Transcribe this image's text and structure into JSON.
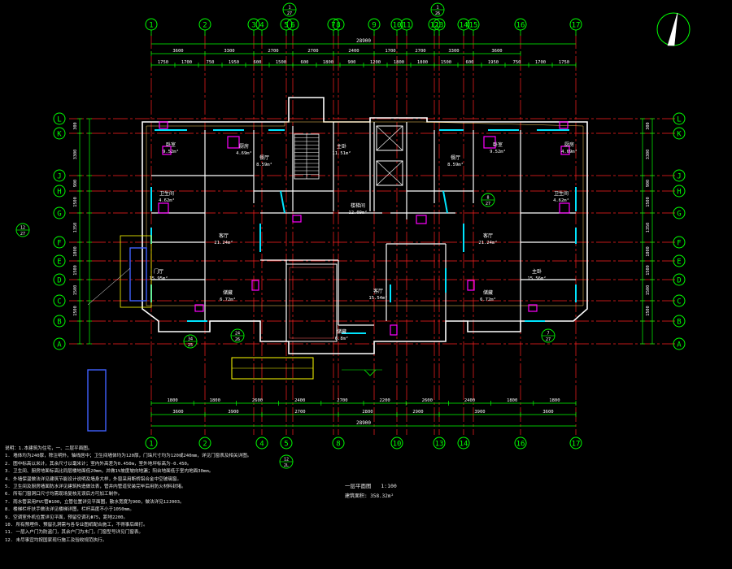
{
  "drawing": {
    "plan_title": "一层平面图",
    "plan_scale": "1:100",
    "area_label": "建筑面积: 358.32m²",
    "overall_dimension_top": "28900",
    "overall_dimension_bottom": "28900"
  },
  "axes": {
    "top": [
      "1",
      "2",
      "3",
      "4",
      "5",
      "6",
      "7",
      "8",
      "9",
      "10",
      "11",
      "12",
      "13",
      "14",
      "15",
      "16",
      "17"
    ],
    "bottom": [
      "1",
      "2",
      "4",
      "5",
      "8",
      "10",
      "13",
      "14",
      "16",
      "17"
    ],
    "left": [
      "L",
      "K",
      "J",
      "H",
      "G",
      "F",
      "E",
      "D",
      "C",
      "B",
      "A"
    ],
    "right": [
      "L",
      "K",
      "J",
      "H",
      "G",
      "F",
      "E",
      "D",
      "C",
      "B",
      "A"
    ]
  },
  "dims_top_row1": [
    "3600",
    "3300",
    "2700",
    "2700",
    "2400",
    "1700",
    "2700",
    "3300",
    "3600"
  ],
  "dims_top_row2": [
    "1750",
    "1700",
    "750",
    "1950",
    "600",
    "1500",
    "600",
    "1800",
    "900",
    "1200",
    "1800",
    "1800",
    "1500",
    "600",
    "1950",
    "750",
    "1700",
    "1750"
  ],
  "dims_bottom_row1": [
    "1800",
    "1800",
    "2600",
    "2400",
    "2700",
    "2200",
    "2600",
    "2400",
    "1800",
    "1800"
  ],
  "dims_bottom_row2": [
    "3600",
    "3900",
    "2700",
    "2800",
    "2900",
    "3900",
    "3600"
  ],
  "dims_left": [
    "300",
    "3300",
    "900",
    "1500",
    "1350",
    "1800",
    "1500",
    "1500",
    "1500"
  ],
  "rooms": [
    {
      "name": "卧室",
      "area": "9.52m²"
    },
    {
      "name": "厨房",
      "area": "4.69m²"
    },
    {
      "name": "餐厅",
      "area": "8.59m²"
    },
    {
      "name": "主卧",
      "area": "11.51m²"
    },
    {
      "name": "客厅",
      "area": "21.24m²"
    },
    {
      "name": "卫生间",
      "area": "4.62m²"
    },
    {
      "name": "门厅",
      "area": "15.95m²"
    },
    {
      "name": "客厅",
      "area": "15.54m²"
    },
    {
      "name": "储藏",
      "area": "6.72m²"
    },
    {
      "name": "楼梯间",
      "area": "12.09m²"
    },
    {
      "name": "储藏",
      "area": "6.8m²"
    },
    {
      "name": "主卧",
      "area": "15.56m²"
    }
  ],
  "callouts": [
    "1\n27",
    "1\n26",
    "12\n27",
    "24\n26",
    "7\n27",
    "34\n25",
    "8\n27",
    "12\n2L"
  ],
  "notes": [
    "说明：1.本建筑为住宅，一、二层平面图。",
    "1. 墙体均为240厚，除注明外，轴线居中；卫生间墙体均为120厚，门垛尺寸均为120或240mm，详见门窗表及相关详图。",
    "2. 图中标高以米计，其余尺寸以毫米计；室内外高差为0.450m，室外地坪标高为-0.450。",
    "3. 卫生间、厨房地面标高比同层楼地面低20mm，并做1%坡度坡向地漏；阳台地面低于室内地面30mm。",
    "4. 外墙保温做法详见建筑节能设计说明及墙身大样，外窗采用断桥铝合金中空玻璃窗。",
    "5. 卫生间及厨房墙面防水详见建筑构造做法表，管井内管道安装完毕后用防火材料封堵。",
    "6. 所有门窗洞口尺寸均需现场复核无误后方可加工制作。",
    "7. 雨水管采用PVC管Φ100，立管位置详见平面图，散水宽度为900，做法详见12J003。",
    "8. 楼梯栏杆扶手做法详见楼梯详图，栏杆高度不小于1050mm。",
    "9. 空调室外机位置详见平面，预留空调孔Φ75，距地2200。",
    "10. 所有预埋件、预留孔洞需与各专业图纸配合施工，不得事后凿打。",
    "11. 一层入户门为防盗门，其余户门为木门，门窗型号详见门窗表。",
    "12. 未尽事宜均按国家现行施工及验收规范执行。"
  ],
  "colors": {
    "axis": "#00ff00",
    "wall": "#ffffff",
    "dim": "#ffff00",
    "grid": "#ff2020",
    "window": "#00e5ff",
    "magenta": "#ff00ff",
    "blue": "#4060ff"
  }
}
